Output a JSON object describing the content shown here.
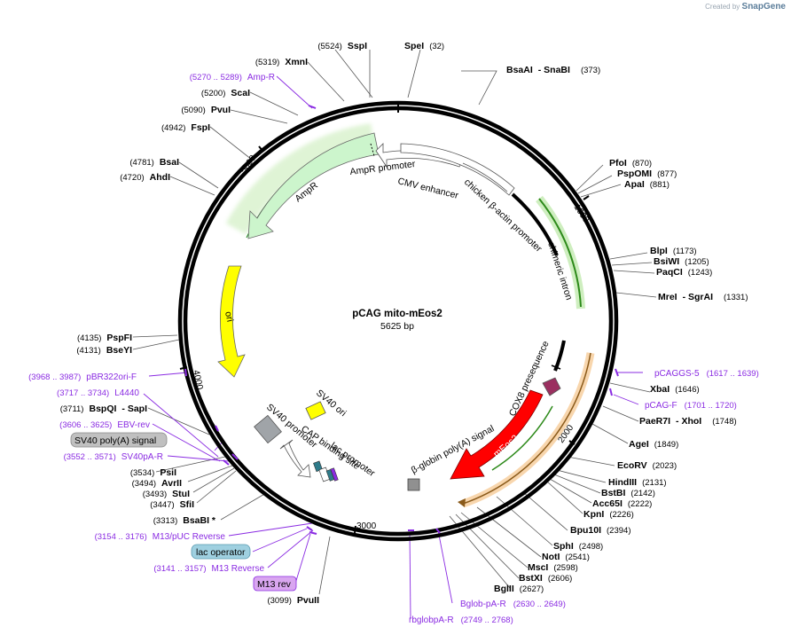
{
  "header": {
    "created_by": "Created by",
    "brand": "SnapGene"
  },
  "plasmid": {
    "name": "pCAG mito-mEos2",
    "size": "5625 bp"
  },
  "ticks": [
    "1000",
    "2000",
    "3000",
    "4000",
    "5000"
  ],
  "enzymes_right": [
    {
      "name": "SpeI",
      "pos": "(32)"
    },
    {
      "name": "BsaAI",
      "sep": "- SnaBI",
      "pos": "(373)"
    },
    {
      "name": "PfoI",
      "pos": "(870)"
    },
    {
      "name": "PspOMI",
      "pos": "(877)"
    },
    {
      "name": "ApaI",
      "pos": "(881)"
    },
    {
      "name": "BlpI",
      "pos": "(1173)"
    },
    {
      "name": "BsiWI",
      "pos": "(1205)"
    },
    {
      "name": "PaqCI",
      "pos": "(1243)"
    },
    {
      "name": "MreI",
      "sep": "- SgrAI",
      "pos": "(1331)"
    },
    {
      "name": "XbaI",
      "pos": "(1646)"
    },
    {
      "name": "PaeR7I",
      "sep": "- XhoI",
      "pos": "(1748)"
    },
    {
      "name": "AgeI",
      "pos": "(1849)"
    },
    {
      "name": "EcoRV",
      "pos": "(2023)"
    },
    {
      "name": "HindIII",
      "pos": "(2131)"
    },
    {
      "name": "BstBI",
      "pos": "(2142)"
    },
    {
      "name": "Acc65I",
      "pos": "(2222)"
    },
    {
      "name": "KpnI",
      "pos": "(2226)"
    },
    {
      "name": "Bpu10I",
      "pos": "(2394)"
    },
    {
      "name": "SphI",
      "pos": "(2498)"
    },
    {
      "name": "NotI",
      "pos": "(2541)"
    },
    {
      "name": "MscI",
      "pos": "(2598)"
    },
    {
      "name": "BstXI",
      "pos": "(2606)"
    },
    {
      "name": "BglII",
      "pos": "(2627)"
    }
  ],
  "enzymes_left": [
    {
      "name": "SspI",
      "pos": "(5524)"
    },
    {
      "name": "XmnI",
      "pos": "(5319)"
    },
    {
      "name": "ScaI",
      "pos": "(5200)"
    },
    {
      "name": "PvuI",
      "pos": "(5090)"
    },
    {
      "name": "FspI",
      "pos": "(4942)"
    },
    {
      "name": "BsaI",
      "pos": "(4781)"
    },
    {
      "name": "AhdI",
      "pos": "(4720)"
    },
    {
      "name": "PspFI",
      "pos": "(4135)"
    },
    {
      "name": "BseYI",
      "pos": "(4131)"
    },
    {
      "name": "BspQI",
      "sep": "- SapI",
      "pos": "(3711)"
    },
    {
      "name": "PsiI",
      "pos": "(3534)"
    },
    {
      "name": "AvrII",
      "pos": "(3494)"
    },
    {
      "name": "StuI",
      "pos": "(3493)"
    },
    {
      "name": "SfiI",
      "pos": "(3447)"
    },
    {
      "name": "BsaBI *",
      "pos": "(3313)"
    },
    {
      "name": "PvuII",
      "pos": "(3099)"
    }
  ],
  "primers": [
    {
      "name": "Amp-R",
      "pos": "(5270 .. 5289)"
    },
    {
      "name": "pCAGGS-5",
      "pos": "(1617 .. 1639)"
    },
    {
      "name": "pCAG-F",
      "pos": "(1701 .. 1720)"
    },
    {
      "name": "pBR322ori-F",
      "pos": "(3968 .. 3987)"
    },
    {
      "name": "L4440",
      "pos": "(3717 .. 3734)"
    },
    {
      "name": "EBV-rev",
      "pos": "(3606 .. 3625)"
    },
    {
      "name": "SV40pA-R",
      "pos": "(3552 .. 3571)"
    },
    {
      "name": "M13/pUC Reverse",
      "pos": "(3154 .. 3176)"
    },
    {
      "name": "M13 Reverse",
      "pos": "(3141 .. 3157)"
    },
    {
      "name": "Bglob-pA-R",
      "pos": "(2630 .. 2649)"
    },
    {
      "name": "rbglobpA-R",
      "pos": "(2749 .. 2768)"
    }
  ],
  "boxed_labels": [
    {
      "text": "SV40 poly(A) signal",
      "color": "#c0c0c0"
    },
    {
      "text": "lac operator",
      "color": "#9fd0e0"
    },
    {
      "text": "M13 rev",
      "color": "#d9a6f0"
    }
  ],
  "features": {
    "ampr": "AmpR",
    "ampr_promoter": "AmpR promoter",
    "cmv": "CMV enhancer",
    "chicken_promoter": "chicken β-actin promoter",
    "chimeric_intron": "chimeric intron",
    "cox8": "COX8 presequence",
    "meos2": "mEos2",
    "bglobin": "β-globin poly(A) signal",
    "ori": "ori",
    "sv40_ori": "SV40 ori",
    "sv40_promoter": "SV40 promoter",
    "cap": "CAP binding site",
    "lac_promoter": "lac promoter"
  },
  "colors": {
    "ampr": "#ccf5cc",
    "ori": "#ffff00",
    "meos2": "#ff0000",
    "promoter": "#ffffff",
    "cox8": "#9b3060",
    "primer": "#8a2be2",
    "highlight_green": "#a6e08a",
    "highlight_orange": "#f5c48a"
  }
}
